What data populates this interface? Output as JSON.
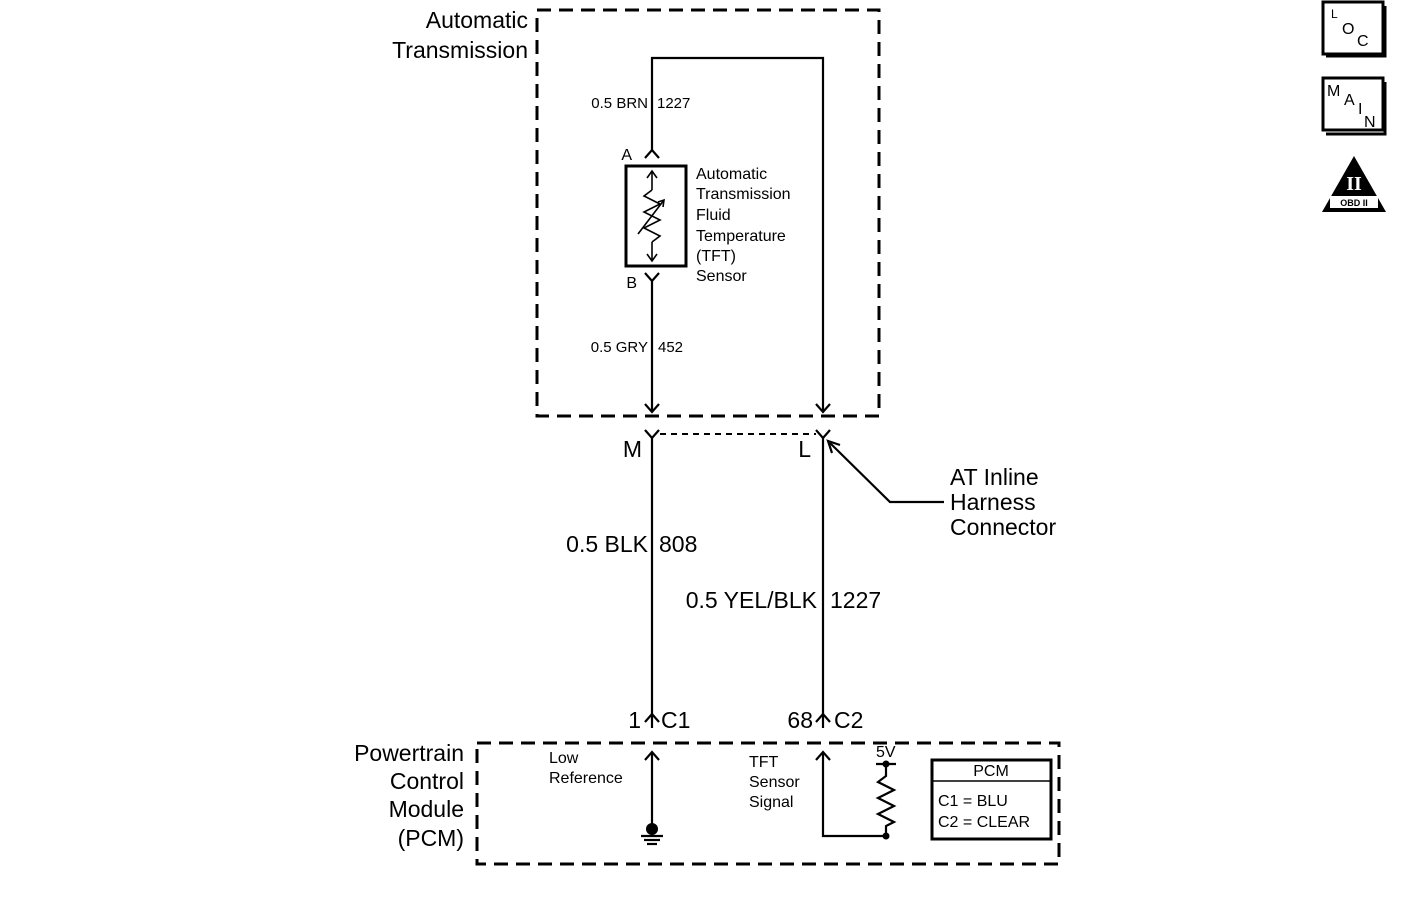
{
  "at_module": {
    "title_line1": "Automatic",
    "title_line2": "Transmission"
  },
  "tft_sensor": {
    "label_lines": [
      "Automatic",
      "Transmission",
      "Fluid",
      "Temperature",
      "(TFT)",
      "Sensor"
    ],
    "pin_a": "A",
    "pin_b": "B"
  },
  "wires": {
    "top_left_color": "0.5 BRN",
    "top_left_circuit": "1227",
    "mid_left_color": "0.5 GRY",
    "mid_left_circuit": "452",
    "lower_left_color": "0.5 BLK",
    "lower_left_circuit": "808",
    "lower_right_color": "0.5 YEL/BLK",
    "lower_right_circuit": "1227"
  },
  "inline_connector": {
    "pin_left": "M",
    "pin_right": "L",
    "label_lines": [
      "AT Inline",
      "Harness",
      "Connector"
    ]
  },
  "pcm": {
    "title_lines": [
      "Powertrain",
      "Control",
      "Module",
      "(PCM)"
    ],
    "pin_left_number": "1",
    "pin_left_connector": "C1",
    "pin_right_number": "68",
    "pin_right_connector": "C2",
    "low_ref_lines": [
      "Low",
      "Reference"
    ],
    "tft_signal_lines": [
      "TFT",
      "Sensor",
      "Signal"
    ],
    "voltage": "5V",
    "legend_title": "PCM",
    "legend_line1": "C1 = BLU",
    "legend_line2": "C2 = CLEAR"
  },
  "side_icons": {
    "loc": {
      "icon": "loc-icon",
      "letters": [
        "L",
        "O",
        "C"
      ]
    },
    "main": {
      "icon": "main-icon",
      "letters": [
        "M",
        "A",
        "I",
        "N"
      ]
    },
    "obd": {
      "icon": "obd-ii-icon",
      "numeral": "II",
      "caption": "OBD II"
    }
  }
}
